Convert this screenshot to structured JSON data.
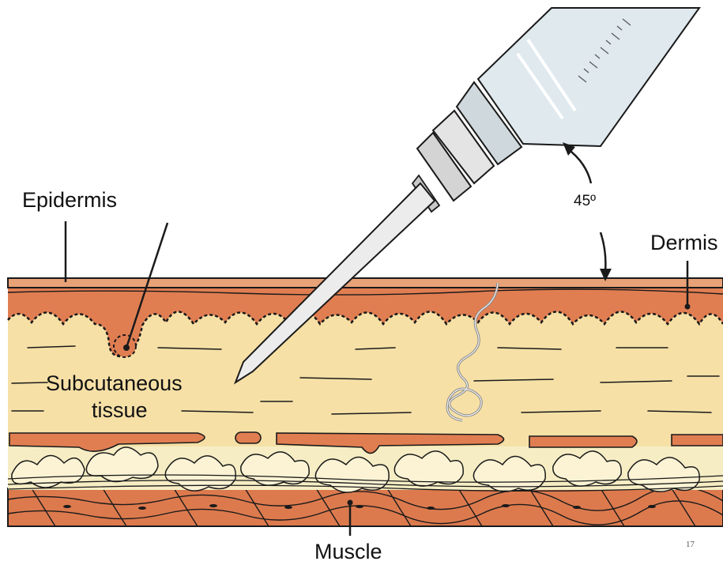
{
  "labels": {
    "epidermis": "Epidermis",
    "dermis": "Dermis",
    "subcutaneous_line1": "Subcutaneous",
    "subcutaneous_line2": "tissue",
    "muscle": "Muscle",
    "angle": "45º"
  },
  "page_number": "17",
  "colors": {
    "dermis": "#e07e52",
    "subcutaneous": "#f6e0a6",
    "fat": "#f6edc4",
    "muscle": "#dc7a4e",
    "outline": "#1a1a1a",
    "syringe": "#dfe9ee",
    "needle": "#ececec"
  }
}
